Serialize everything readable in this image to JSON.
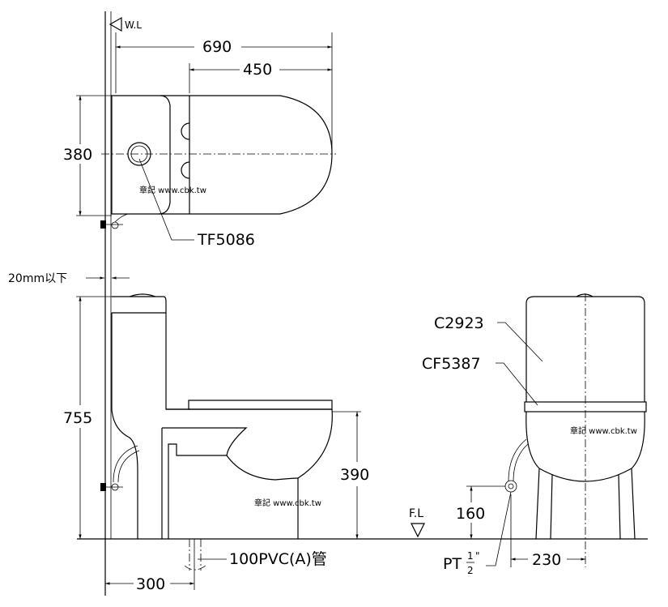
{
  "labels": {
    "water_level": "W.L",
    "floor_level": "F.L",
    "wall_gap": "20mm以下",
    "drain_pipe": "100PVC(A)管",
    "supply_pipe_main": "PT",
    "supply_pipe_frac_num": "1",
    "supply_pipe_frac_den": "2",
    "supply_pipe_quote": "\"",
    "part_seat_valve": "TF5086",
    "part_tank": "C2923",
    "part_seat": "CF5387",
    "watermark": "章記 www.cbk.tw"
  },
  "dimensions": {
    "top_total_length": "690",
    "top_seat_length": "450",
    "top_width": "380",
    "side_height": "755",
    "side_seat_height": "390",
    "rough_in": "300",
    "supply_height": "160",
    "supply_offset": "230"
  }
}
